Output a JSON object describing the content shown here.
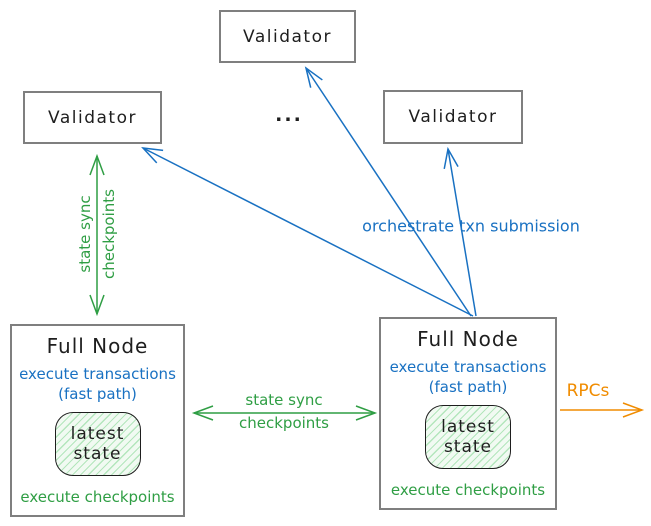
{
  "diagram": {
    "type": "node-architecture-diagram",
    "background": "#ffffff",
    "colors": {
      "blue": "#1971c2",
      "green": "#2f9e44",
      "orange": "#f08c00",
      "text_black": "#1e1e1e",
      "box_border_gray": "#7f7f7f",
      "state_fill_green": "#d9f2dd"
    },
    "validators": {
      "top_label": "Validator",
      "left_label": "Validator",
      "right_label": "Validator",
      "ellipsis": "..."
    },
    "full_node_left": {
      "title": "Full Node",
      "blue_line1": "execute transactions",
      "blue_line2": "(fast path)",
      "state_line1": "latest",
      "state_line2": "state",
      "green_footer": "execute checkpoints"
    },
    "full_node_right": {
      "title": "Full Node",
      "blue_line1": "execute transactions",
      "blue_line2": "(fast path)",
      "state_line1": "latest",
      "state_line2": "state",
      "green_footer": "execute checkpoints"
    },
    "edge_labels": {
      "vertical_state_sync_line1": "state sync",
      "vertical_state_sync_line2": "checkpoints",
      "horizontal_state_sync_line1": "state sync",
      "horizontal_state_sync_line2": "checkpoints",
      "orchestrate": "orchestrate txn submission",
      "rpcs": "RPCs"
    },
    "edges": [
      {
        "name": "state-sync-vertical",
        "from": "validator-left",
        "to": "full-node-left",
        "color": "green",
        "double_headed": true
      },
      {
        "name": "state-sync-horizontal",
        "from": "full-node-left",
        "to": "full-node-right",
        "color": "green",
        "double_headed": true
      },
      {
        "name": "orchestrate-to-validator-left",
        "from": "full-node-right",
        "to": "validator-left",
        "color": "blue",
        "double_headed": false
      },
      {
        "name": "orchestrate-to-validator-top",
        "from": "full-node-right",
        "to": "validator-top",
        "color": "blue",
        "double_headed": false
      },
      {
        "name": "orchestrate-to-validator-right",
        "from": "full-node-right",
        "to": "validator-right",
        "color": "blue",
        "double_headed": false
      },
      {
        "name": "rpcs-out",
        "from": "full-node-right",
        "to": "external",
        "color": "orange",
        "double_headed": false
      }
    ]
  }
}
